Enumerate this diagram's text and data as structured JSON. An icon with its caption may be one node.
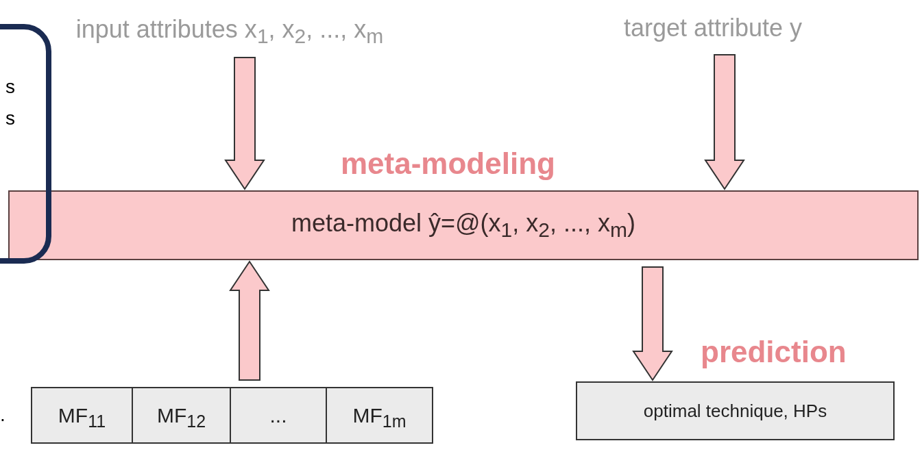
{
  "diagram": {
    "nodes": [
      {
        "text": [
          "input attributes x$_{1}$, x$_{2}$, ..., x$_{m}$"
        ]
      },
      {
        "text": [
          "target attribute y"
        ]
      },
      {
        "text": [
          "meta-modeling",
          "meta-model ŷ=@(x$_{1}$, x$_{2}$, ..., x$_{m}$)"
        ]
      },
      {
        "text": [],
        "shape": "box"
      },
      {
        "text": [
          "MF$_{11}$"
        ],
        "in": 3
      },
      {
        "text": [
          "MF$_{12}$"
        ],
        "in": 3
      },
      {
        "text": [
          "..."
        ],
        "in": 3
      },
      {
        "text": [
          "MF$_{1m}$"
        ],
        "in": 3
      },
      {
        "text": [
          "prediction",
          "optimal technique, HPs"
        ]
      },
      {
        "text": [
          "s s"
        ]
      }
    ],
    "edges": [
      {
        "from": 0,
        "to": 2,
        "arrow": "to"
      },
      {
        "from": 1,
        "to": 2,
        "arrow": "to"
      },
      {
        "from": 3,
        "to": 2,
        "arrow": "to"
      },
      {
        "from": 2,
        "to": 8,
        "arrow": "to"
      }
    ],
    "labels": [
      "."
    ]
  }
}
